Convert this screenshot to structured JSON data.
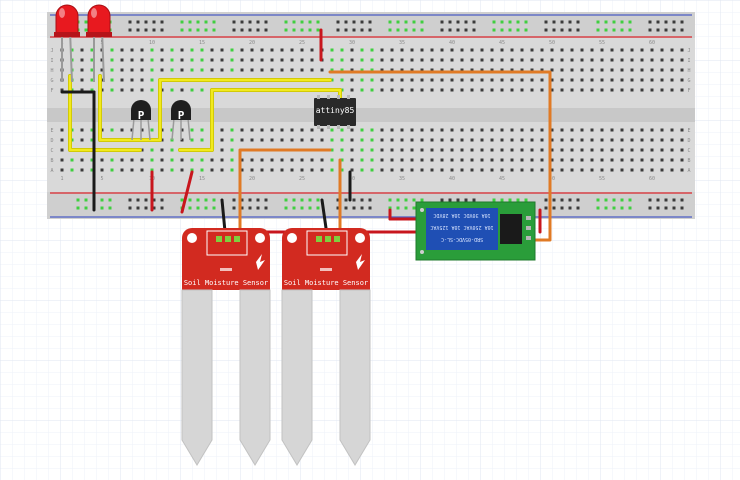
{
  "chip": {
    "label": "attiny85"
  },
  "transistors": [
    {
      "id": "q1",
      "marking": "P"
    },
    {
      "id": "q2",
      "marking": "P"
    }
  ],
  "leds": [
    {
      "id": "led1",
      "color": "#e8191f"
    },
    {
      "id": "led2",
      "color": "#e8191f"
    }
  ],
  "sensors": [
    {
      "id": "sensor1",
      "label": "Soil Moisture Sensor"
    },
    {
      "id": "sensor2",
      "label": "Soil Moisture Sensor"
    }
  ],
  "relay": {
    "lines": [
      "SRD-05VDC-SL-C",
      "10A 250VAC 10A 125VAC",
      "10A 30VDC 10A 28VDC"
    ]
  },
  "breadboard": {
    "column_numbers": [
      "1",
      "5",
      "10",
      "15",
      "20",
      "25",
      "30",
      "35",
      "40",
      "45",
      "50",
      "55",
      "60"
    ],
    "row_letters_top": [
      "J",
      "I",
      "H",
      "G",
      "F"
    ],
    "row_letters_bottom": [
      "E",
      "D",
      "C",
      "B",
      "A"
    ]
  },
  "colors": {
    "grid_line": "#dfe6f0",
    "board": "#d9d9d9",
    "rail_red": "#d9262c",
    "rail_blue": "#4b5cc4",
    "hole": "#3a3a3a",
    "hole_active": "#3fcf3f",
    "wire_yellow": "#f2ea1d",
    "wire_black": "#1a1a1a",
    "wire_red": "#c8161d",
    "wire_orange": "#e07a25",
    "sensor_red": "#d22a20",
    "relay_green": "#2a9d3a",
    "relay_blue": "#1f4fb4"
  }
}
